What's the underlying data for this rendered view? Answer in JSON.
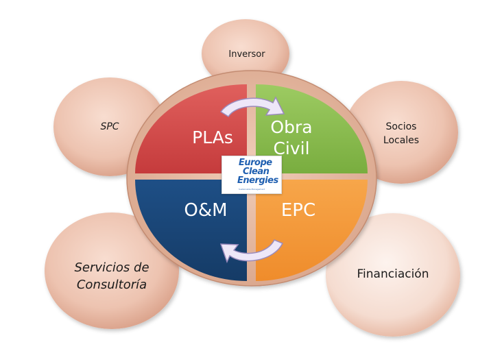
{
  "center": {
    "quadrants": [
      {
        "id": "pla",
        "label": "PLAs",
        "color": "#d0484a"
      },
      {
        "id": "obra",
        "label": "Obra\nCivil",
        "color": "#86b84a"
      },
      {
        "id": "om",
        "label": "O&M",
        "color": "#1d4c80"
      },
      {
        "id": "epc",
        "label": "EPC",
        "color": "#f39a3a"
      }
    ],
    "logo": {
      "line1": "Europe",
      "line2": "Clean",
      "line3": "Energies",
      "tagline": "Sustainable Management"
    }
  },
  "satellites": [
    {
      "id": "inversor",
      "label": "Inversor"
    },
    {
      "id": "socios",
      "label": "Socios\nLocales"
    },
    {
      "id": "spc",
      "label": "SPC"
    },
    {
      "id": "servicios",
      "label": "Servicios de\nConsultoría"
    },
    {
      "id": "financiacion",
      "label": "Financiación"
    }
  ],
  "colors": {
    "ring": "#e9c1ad",
    "ring_edge": "#c08a70",
    "bubble": "#f2cdbd",
    "arrow": "#ece4f6",
    "arrow_edge": "#9a8ab8"
  }
}
